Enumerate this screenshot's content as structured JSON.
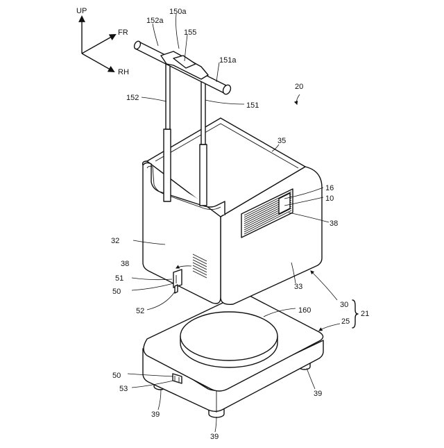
{
  "axes": {
    "up": "UP",
    "front": "FR",
    "right": "RH"
  },
  "labels": {
    "l150a": "150a",
    "l152a": "152a",
    "l155": "155",
    "l151a": "151a",
    "l152": "152",
    "l151": "151",
    "l20": "20",
    "l35": "35",
    "l16": "16",
    "l10": "10",
    "l38a": "38",
    "l32": "32",
    "l38b": "38",
    "l51": "51",
    "l50a": "50",
    "l52": "52",
    "l33": "33",
    "l160": "160",
    "l30": "30",
    "l25": "25",
    "l21": "21",
    "l50b": "50",
    "l53": "53",
    "l39a": "39",
    "l39b": "39",
    "l39c": "39"
  }
}
